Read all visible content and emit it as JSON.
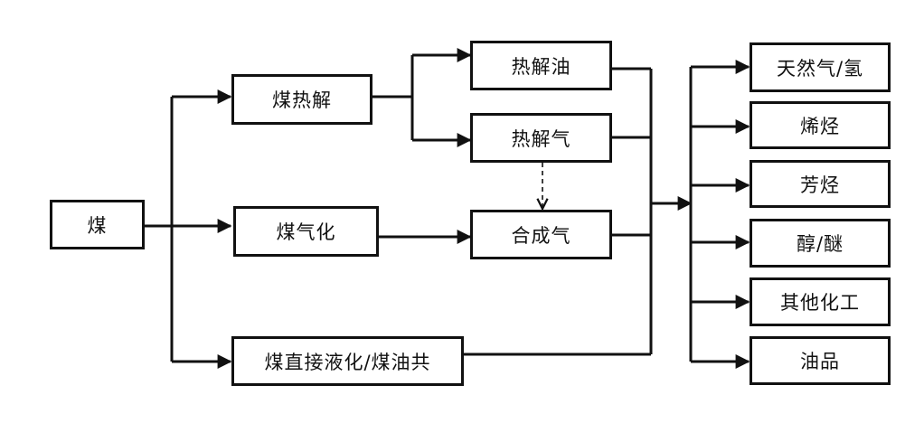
{
  "nodes": {
    "coal": "煤",
    "pyrolysis": "煤热解",
    "gasification": "煤气化",
    "liquefaction": "煤直接液化/煤油共",
    "pyrolysis_oil": "热解油",
    "pyrolysis_gas": "热解气",
    "syngas": "合成气",
    "natural_gas_hydrogen": "天然气/氢",
    "olefins": "烯烃",
    "aromatics": "芳烃",
    "alcohols_ethers": "醇/醚",
    "other_chemicals": "其他化工",
    "oil_products": "油品"
  },
  "colors": {
    "line": "#111111",
    "box_border": "#111111",
    "background": "#ffffff"
  }
}
